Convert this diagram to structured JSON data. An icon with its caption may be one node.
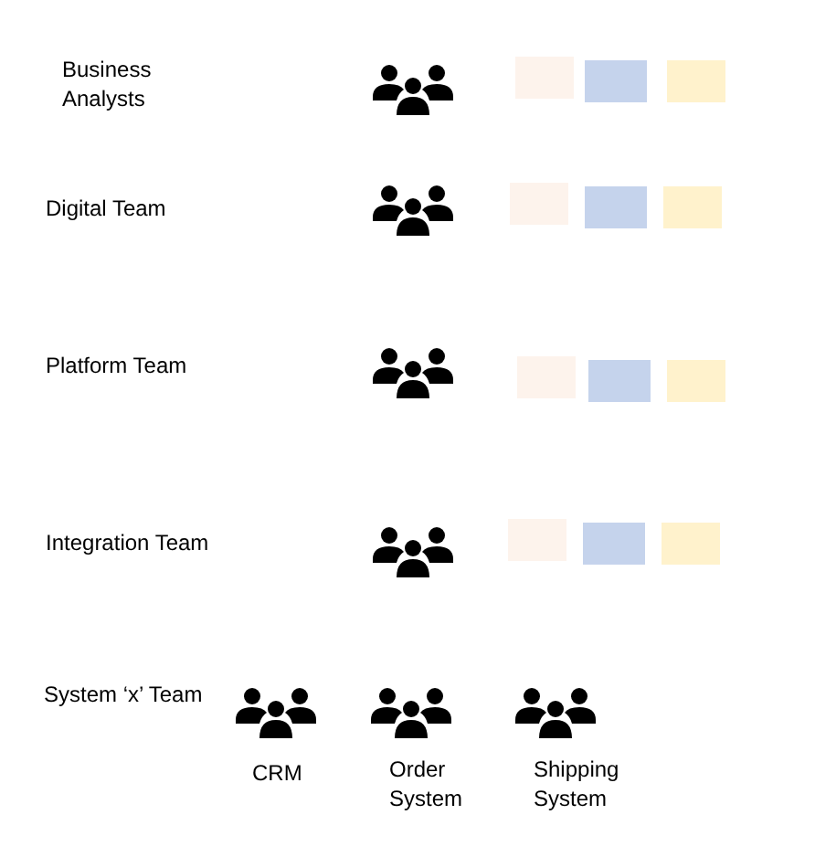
{
  "diagram": {
    "labels": [
      "Business Analysts",
      "Digital Team",
      "Platform Team",
      "Integration Team",
      "System ‘x’ Team",
      "CRM",
      "Order System",
      "Shipping System"
    ]
  }
}
